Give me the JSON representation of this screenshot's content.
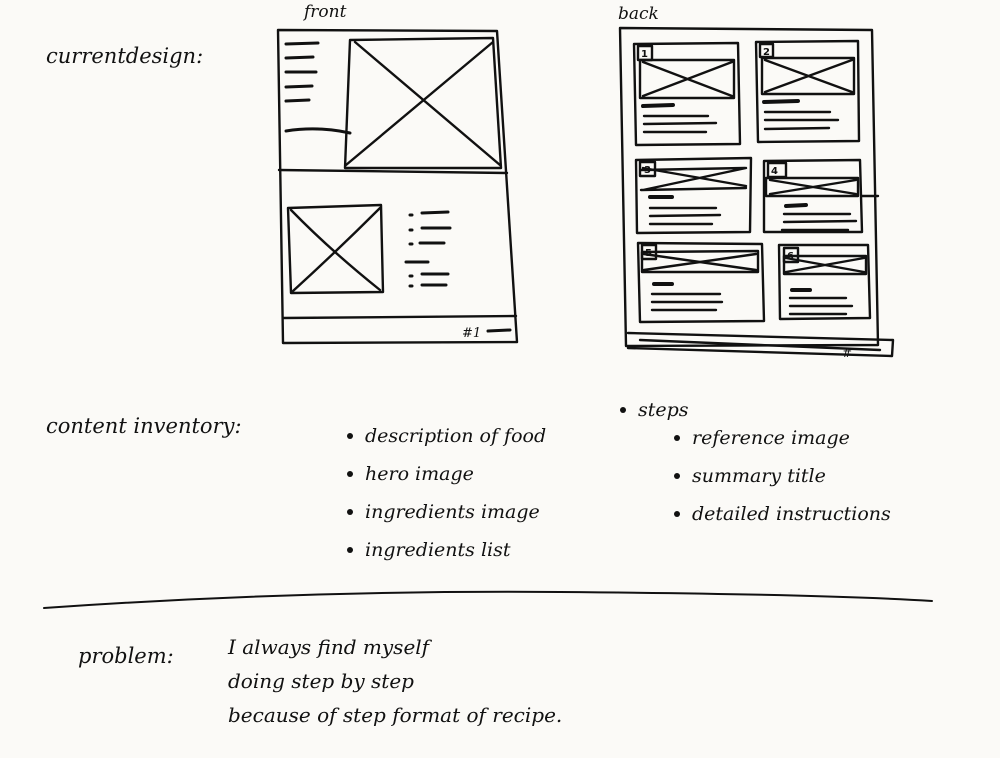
{
  "current_design": {
    "label": "currentdesign:",
    "front_label": "front",
    "back_label": "back",
    "front_page_number": "#1",
    "back_page_number": "#",
    "step_numbers": [
      "1",
      "2",
      "3",
      "4",
      "5",
      "6"
    ]
  },
  "content_inventory": {
    "label": "content inventory:",
    "items": [
      "description of food",
      "hero image",
      "ingredients image",
      "ingredients list"
    ],
    "steps_label": "steps",
    "steps_items": [
      "reference image",
      "summary title",
      "detailed instructions"
    ]
  },
  "problem": {
    "label": "problem:",
    "lines": [
      "I always find myself",
      "doing step by step",
      "because of step format of recipe."
    ]
  }
}
